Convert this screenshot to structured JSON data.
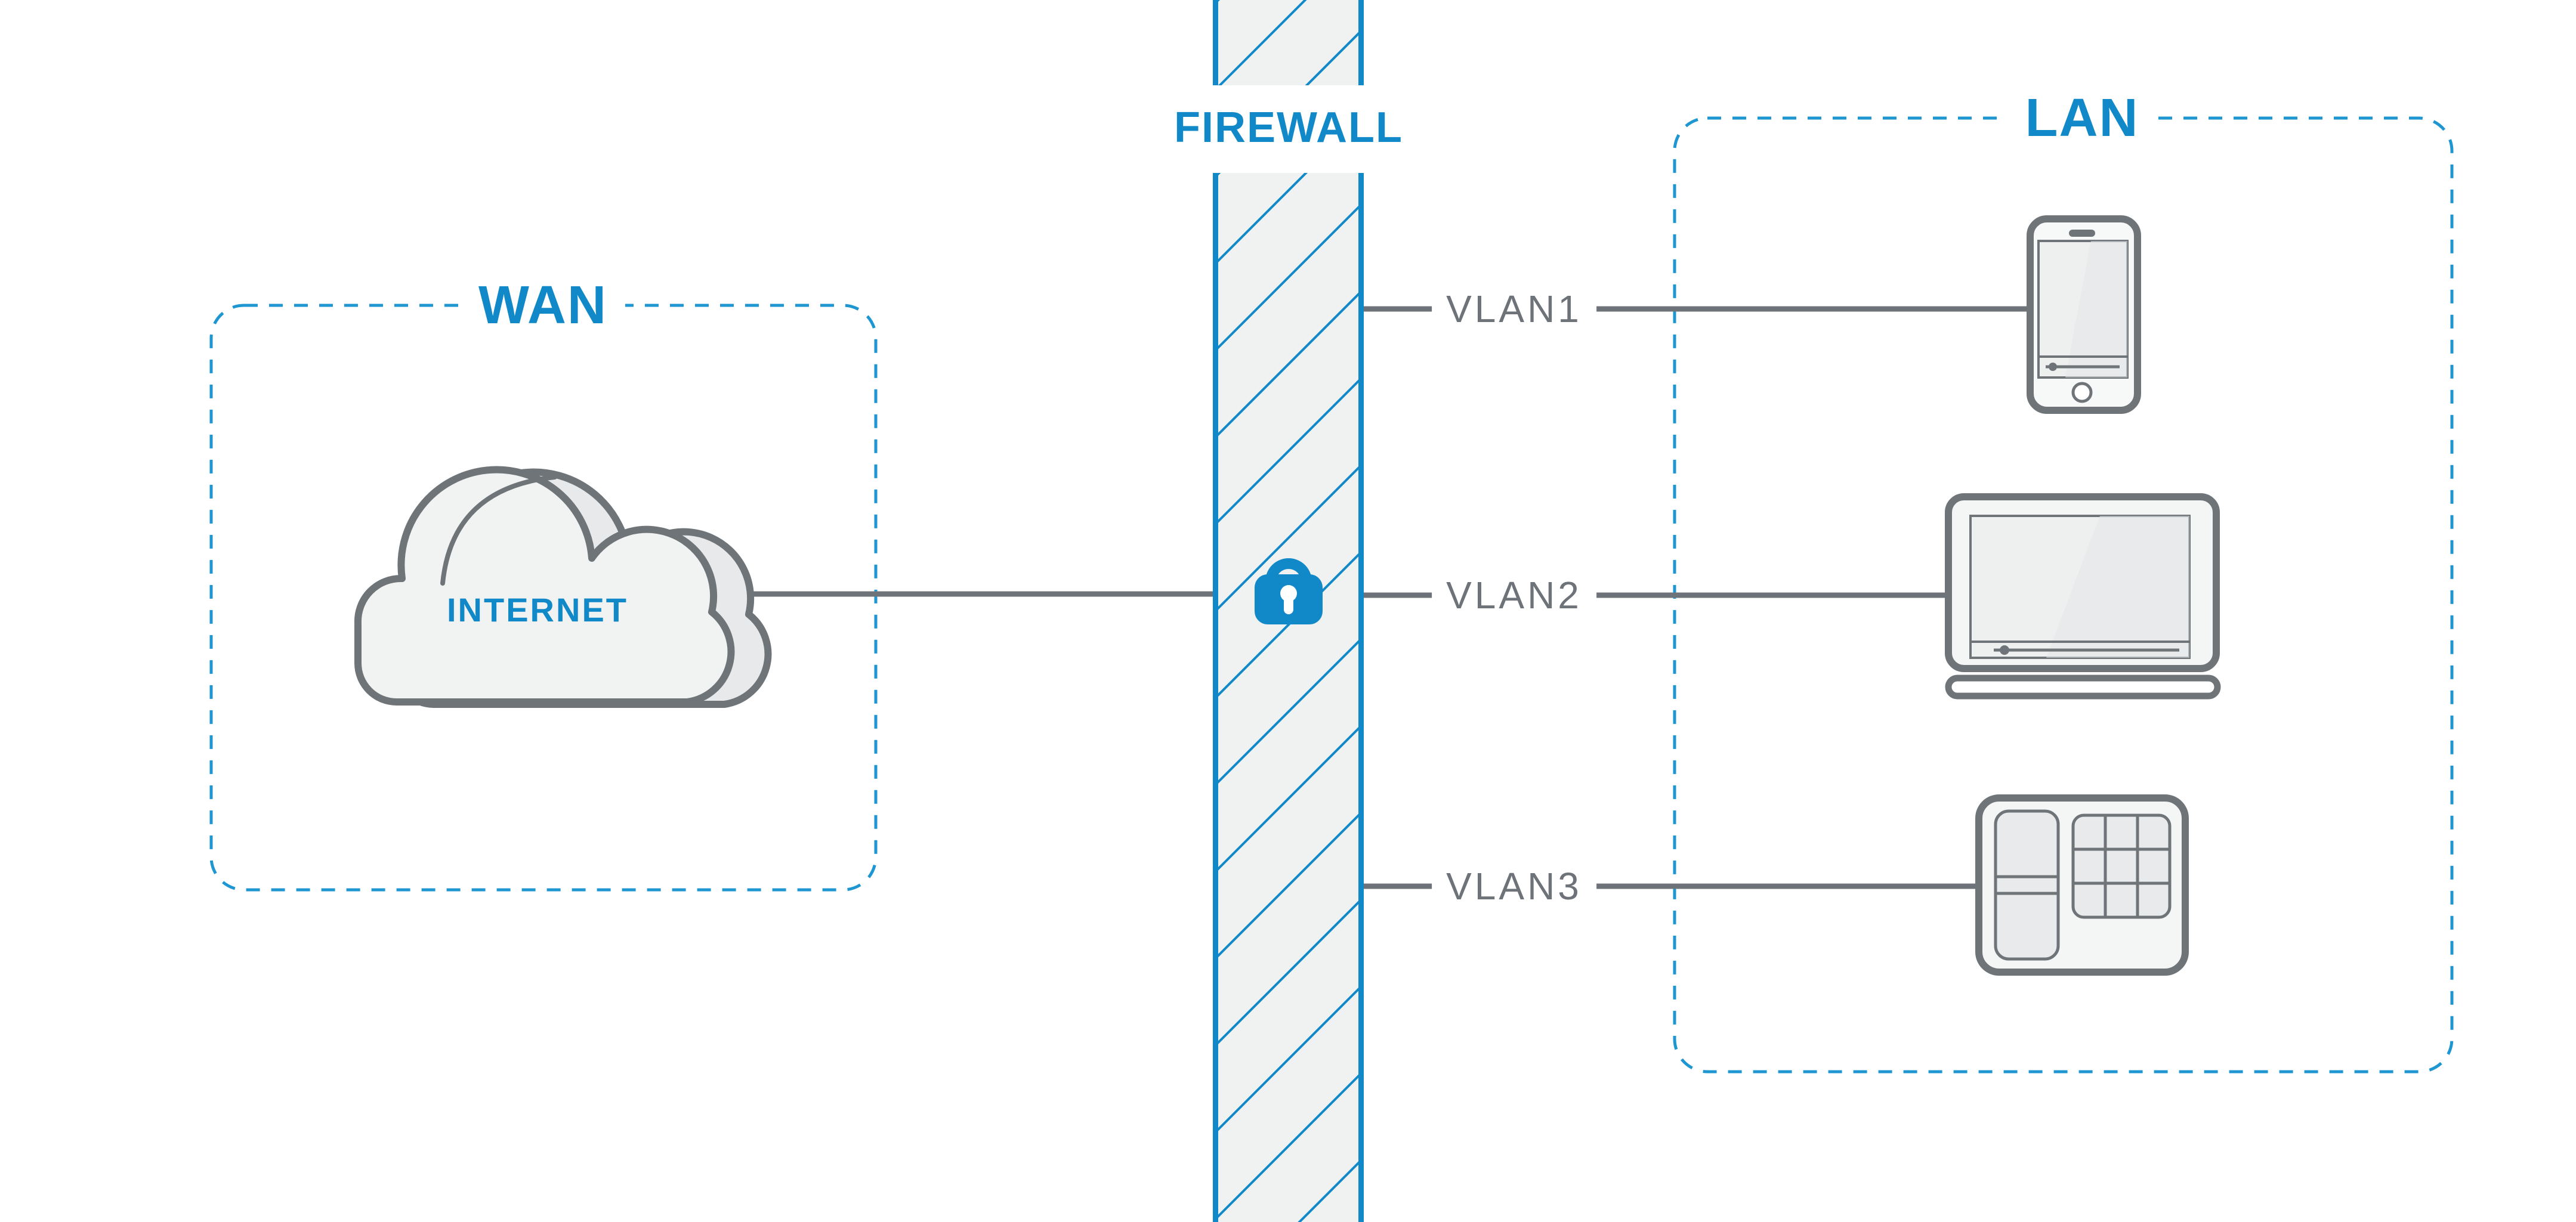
{
  "title": "Firewall VLAN network diagram",
  "colors": {
    "accent_blue": "#1189c9",
    "dash_blue": "#1e96d2",
    "line_gray": "#6d7378",
    "device_outline_gray": "#6e7478",
    "panel_fill": "#f0f1f1",
    "device_fill": "#f4f5f5",
    "key_fill": "#e9eaeb"
  },
  "zones": {
    "wan": {
      "label": "WAN"
    },
    "lan": {
      "label": "LAN"
    }
  },
  "firewall": {
    "label": "FIREWALL",
    "icon": "lock-icon"
  },
  "internet": {
    "label": "INTERNET",
    "icon": "cloud-icon"
  },
  "vlans": [
    {
      "label": "VLAN1",
      "device_icon": "smartphone-icon"
    },
    {
      "label": "VLAN2",
      "device_icon": "laptop-icon"
    },
    {
      "label": "VLAN3",
      "device_icon": "keypad-icon"
    }
  ]
}
